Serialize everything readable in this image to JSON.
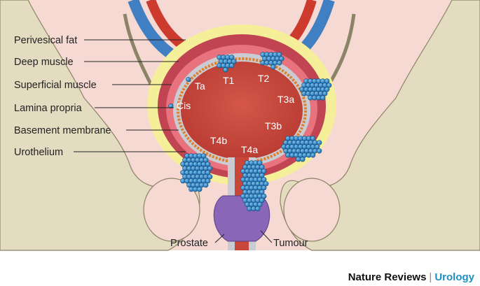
{
  "labels": {
    "perivesical_fat": "Perivesical fat",
    "deep_muscle": "Deep muscle",
    "superficial_muscle": "Superficial muscle",
    "lamina_propria": "Lamina propria",
    "basement_membrane": "Basement membrane",
    "urothelium": "Urothelium",
    "prostate": "Prostate",
    "tumour": "Tumour"
  },
  "stages": {
    "t1": "T1",
    "t2": "T2",
    "ta": "Ta",
    "cis": "Cis",
    "t3a": "T3a",
    "t3b": "T3b",
    "t4a": "T4a",
    "t4b": "T4b"
  },
  "footer": {
    "journal": "Nature Reviews",
    "separator": "|",
    "section": "Urology"
  },
  "colors": {
    "background_tissue": "#f7d9d3",
    "bone": "#e4dcc1",
    "fat": "#f5ef9a",
    "muscle_outer": "#c14452",
    "muscle_pink": "#e8737f",
    "lamina": "#c9ccd3",
    "basement": "#e07e2a",
    "lumen": "#c8473a",
    "tumour_cell": "#2e8ccb",
    "prostate": "#8a66b8",
    "artery": "#cc3b2e",
    "vein": "#3f7fc2",
    "accent": "#1e8fc2"
  }
}
